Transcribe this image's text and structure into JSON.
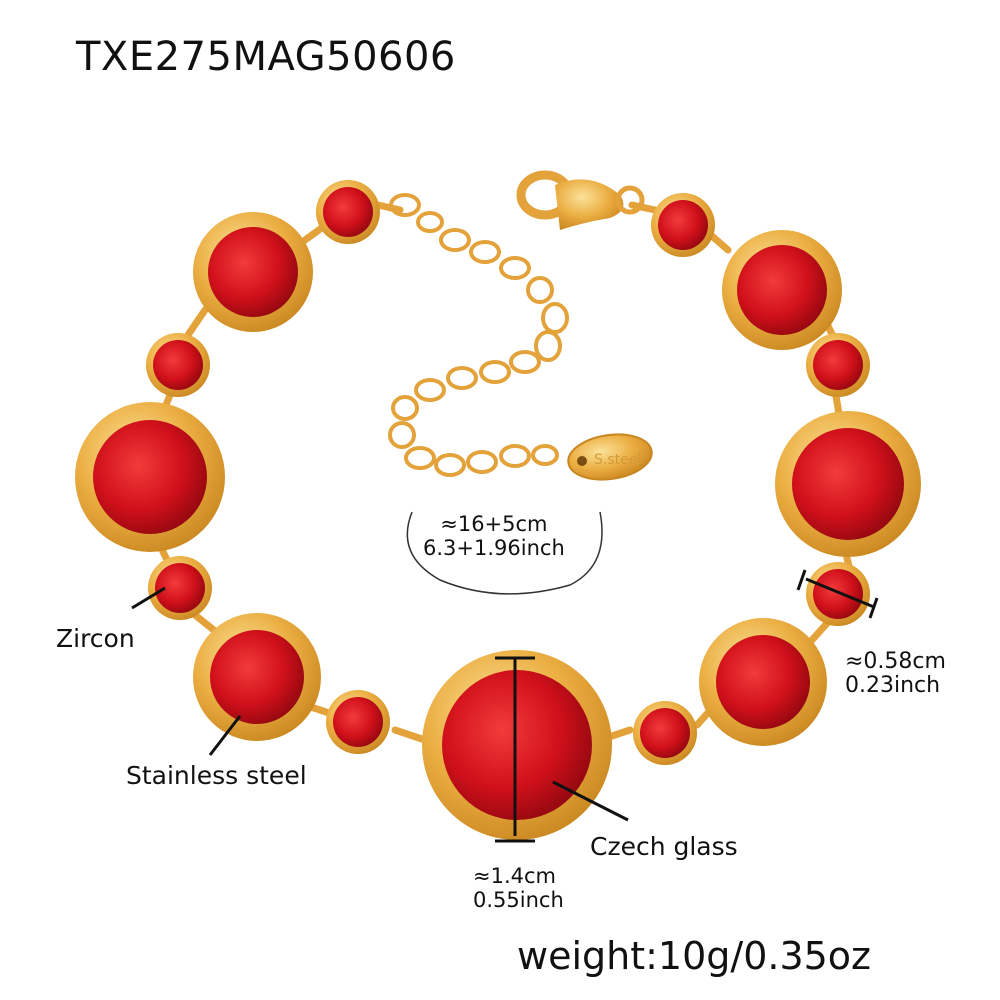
{
  "product": {
    "sku": "TXE275MAG50606",
    "weight": "weight:10g/0.35oz",
    "tag_engraving": "S.steel"
  },
  "length_callout": {
    "line1": "≈16+5cm",
    "line2": "6.3+1.96inch"
  },
  "labels": {
    "zircon": "Zircon",
    "stainless_steel": "Stainless steel",
    "czech_glass": "Czech glass"
  },
  "dimensions": {
    "small_stone": {
      "line1": "≈0.58cm",
      "line2": "0.23inch"
    },
    "large_stone": {
      "line1": "≈1.4cm",
      "line2": "0.55inch"
    }
  },
  "colors": {
    "gold": "#E8A93A",
    "gold_dark": "#C9861E",
    "gold_light": "#F8D27A",
    "stone_red": "#D4101A",
    "stone_dark": "#9E0A12",
    "stone_light": "#F03A3A"
  }
}
